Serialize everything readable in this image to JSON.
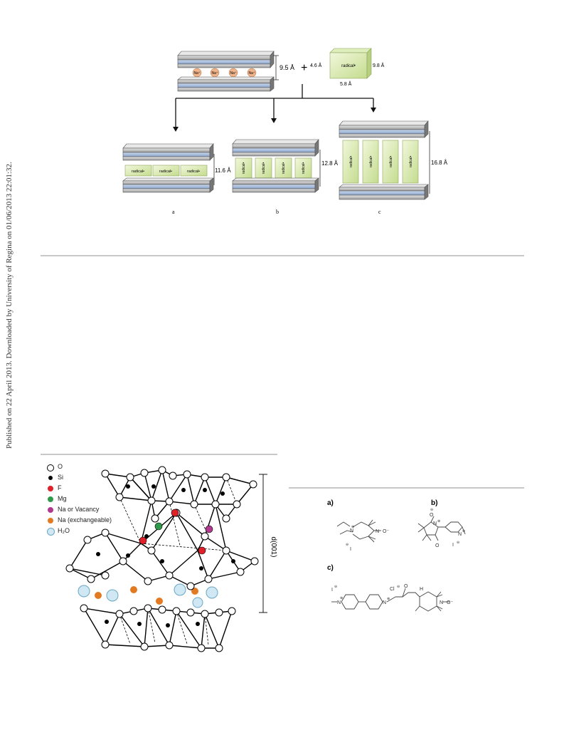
{
  "sidebar_note": "Published on 22 April 2013. Downloaded by University of Regina on 01/06/2013 22:01:32.",
  "figure_top": {
    "ion_label": "Na⁺",
    "plus_sign": "+",
    "radical_label": "radical•",
    "clay_spacing": "9.5 Å",
    "radical_dims": {
      "height": "4.6 Å",
      "length": "9.8 Å",
      "width": "5.8 Å"
    },
    "panels": [
      {
        "letter": "a",
        "spacing": "11.6 Å"
      },
      {
        "letter": "b",
        "spacing": "12.8 Å"
      },
      {
        "letter": "c",
        "spacing": "16.8 Å"
      }
    ]
  },
  "figure_clay": {
    "legend": [
      {
        "label": "O",
        "color": "#ffffff"
      },
      {
        "label": "Si",
        "color": "#000000"
      },
      {
        "label": "F",
        "color": "#e0202a"
      },
      {
        "label": "Mg",
        "color": "#2f9a4a"
      },
      {
        "label": "Na or Vacancy",
        "color": "#b03a8e"
      },
      {
        "label": "Na (exchangeable)",
        "color": "#e37a22"
      },
      {
        "label": "H₂O",
        "color": "#cfe8f3"
      }
    ],
    "axis_label": "d(001)"
  },
  "figure_mol": {
    "labels": {
      "a": "a)",
      "b": "b)",
      "c": "c)"
    },
    "atoms": {
      "N": "N",
      "O_radical": "N–O·",
      "O_minus": "O⁻",
      "iodide": "I",
      "chloride": "Cl",
      "minus": "⊖",
      "plus": "⊕",
      "H": "H",
      "O": "O"
    }
  }
}
